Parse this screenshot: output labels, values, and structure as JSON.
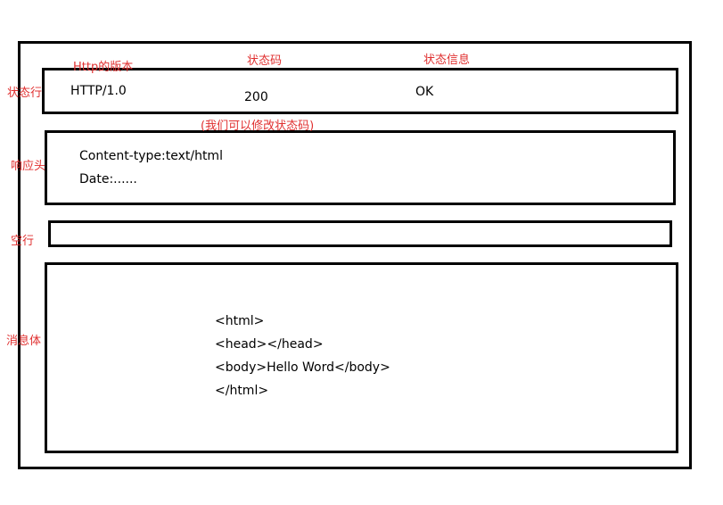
{
  "labels": {
    "status_line": "状态行",
    "response_header": "响应头",
    "empty_line": "空行",
    "message_body": "消息体",
    "http_version": "Http的版本",
    "status_code": "状态码",
    "status_message": "状态信息",
    "status_code_note": "(我们可以修改状态码)"
  },
  "status_line": {
    "version": "HTTP/1.0",
    "code": "200",
    "message": "OK"
  },
  "headers": [
    "Content-type:text/html",
    "Date:......"
  ],
  "body_lines": [
    "<html>",
    "<head></head>",
    "<body>Hello Word</body>",
    "</html>"
  ]
}
